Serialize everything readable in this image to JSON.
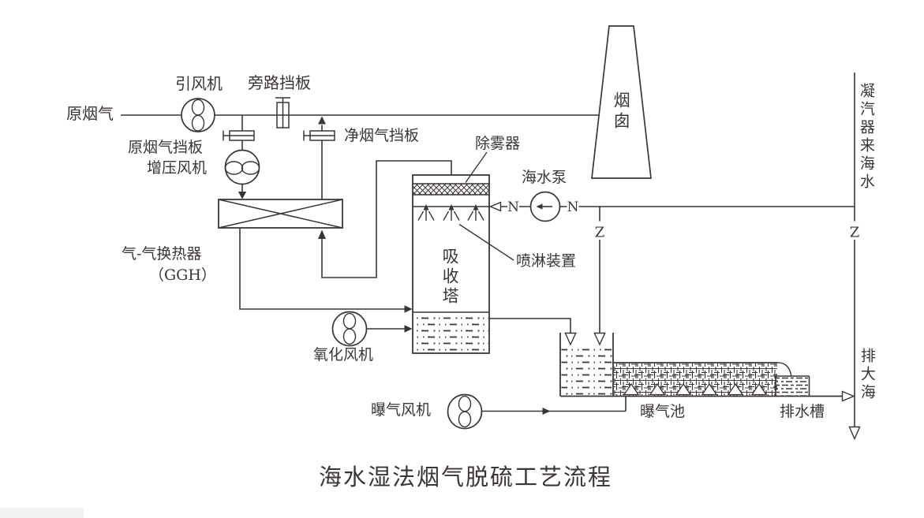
{
  "diagram": {
    "title": "海水湿法烟气脱硫工艺流程",
    "line_color": "#3b3633",
    "background_color": "#ffffff",
    "labels": {
      "raw_flue_gas": "原烟气",
      "induced_draft_fan": "引风机",
      "bypass_damper": "旁路挡板",
      "raw_flue_gas_damper": "原烟气挡板",
      "booster_fan": "增压风机",
      "clean_flue_gas_damper": "净烟气挡板",
      "gas_gas_heat_exchanger": "气-气换热器",
      "gas_gas_heat_exchanger_abbr": "（GGH）",
      "mist_eliminator": "除雾器",
      "absorption_tower": "吸收塔",
      "spray_device": "喷淋装置",
      "seawater_pump": "海水泵",
      "chimney": "烟囱",
      "condenser_seawater": "凝汽器来海水",
      "oxidation_fan": "氧化风机",
      "aeration_fan": "曝气风机",
      "aeration_pond": "曝气池",
      "drain_channel": "排水槽",
      "discharge_to_sea": "排大海"
    },
    "symbols": {
      "pipe_break_mark": "Z",
      "pipe_joint_mark": "N"
    }
  }
}
